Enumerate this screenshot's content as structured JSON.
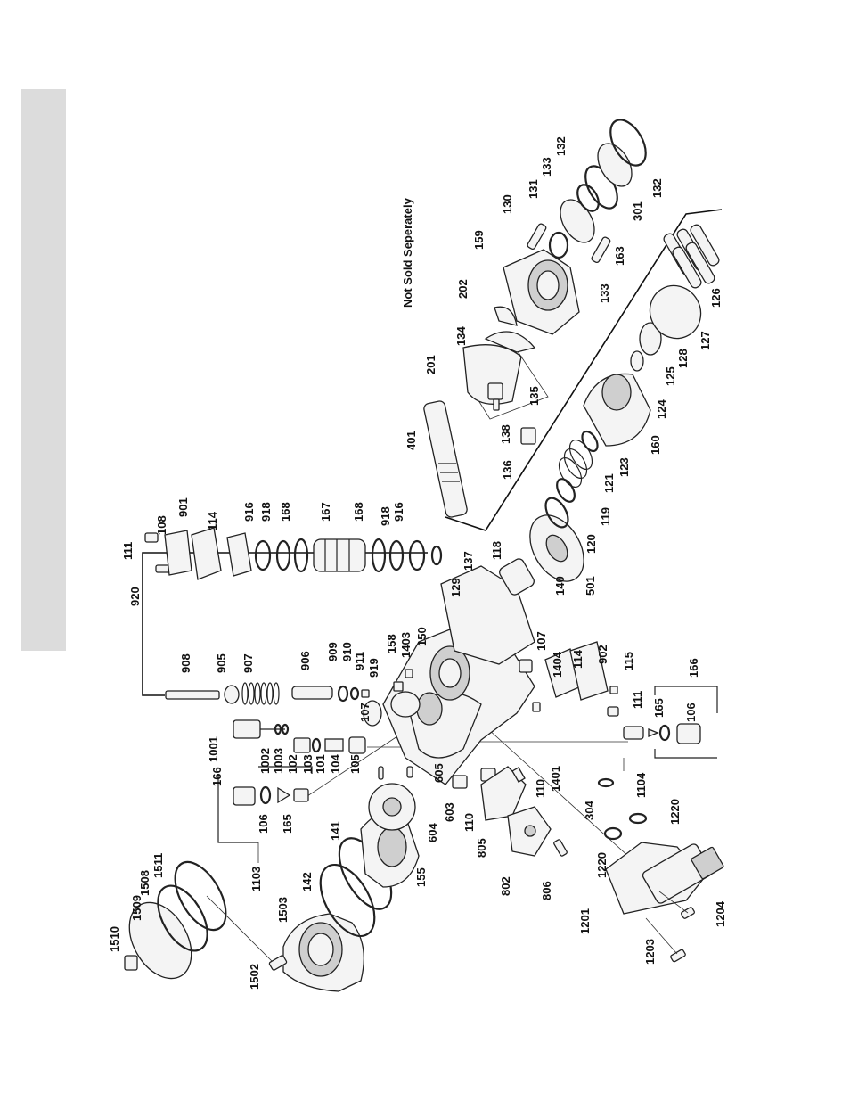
{
  "note": "Not Sold Seperately",
  "labels": {
    "l1510": "1510",
    "l1509": "1509",
    "l1508": "1508",
    "l1511": "1511",
    "l1502": "1502",
    "l1503": "1503",
    "l142": "142",
    "l141": "141",
    "l155": "155",
    "l1103": "1103",
    "l106a": "106",
    "l165a": "165",
    "l166a": "166",
    "l1002": "1002",
    "l1003": "1003",
    "l1001": "1001",
    "l102": "102",
    "l103": "103",
    "l101": "101",
    "l104": "104",
    "l105": "105",
    "l605": "605",
    "l603": "603",
    "l604": "604",
    "l110a": "110",
    "l110b": "110",
    "l805": "805",
    "l802": "802",
    "l806": "806",
    "l1201": "1201",
    "l1203": "1203",
    "l1204": "1204",
    "l1220a": "1220",
    "l1220b": "1220",
    "l304": "304",
    "l1401": "1401",
    "l1104": "1104",
    "l106b": "106",
    "l165b": "165",
    "l166b": "166",
    "l111b": "111",
    "l115": "115",
    "l902": "902",
    "l114b": "114",
    "l1404": "1404",
    "l107a": "107",
    "l107b": "107",
    "l129": "129",
    "l137": "137",
    "l118": "118",
    "l140": "140",
    "l501": "501",
    "l120": "120",
    "l119": "119",
    "l121": "121",
    "l123": "123",
    "l160": "160",
    "l124": "124",
    "l125": "125",
    "l128": "128",
    "l127": "127",
    "l126": "126",
    "l908": "908",
    "l905": "905",
    "l907": "907",
    "l906": "906",
    "l909": "909",
    "l910": "910",
    "l911": "911",
    "l919": "919",
    "l158": "158",
    "l1403": "1403",
    "l150": "150",
    "l920": "920",
    "l111a": "111",
    "l108": "108",
    "l901": "901",
    "l114a": "114",
    "l916a": "916",
    "l918a": "918",
    "l168a": "168",
    "l167": "167",
    "l168b": "168",
    "l918b": "918",
    "l916b": "916",
    "l401": "401",
    "l201": "201",
    "l134": "134",
    "l202": "202",
    "l159": "159",
    "l130": "130",
    "l131": "131",
    "l133a": "133",
    "l132a": "132",
    "l138": "138",
    "l135": "135",
    "l136": "136",
    "l133b": "133",
    "l163": "163",
    "l301": "301",
    "l132b": "132"
  }
}
